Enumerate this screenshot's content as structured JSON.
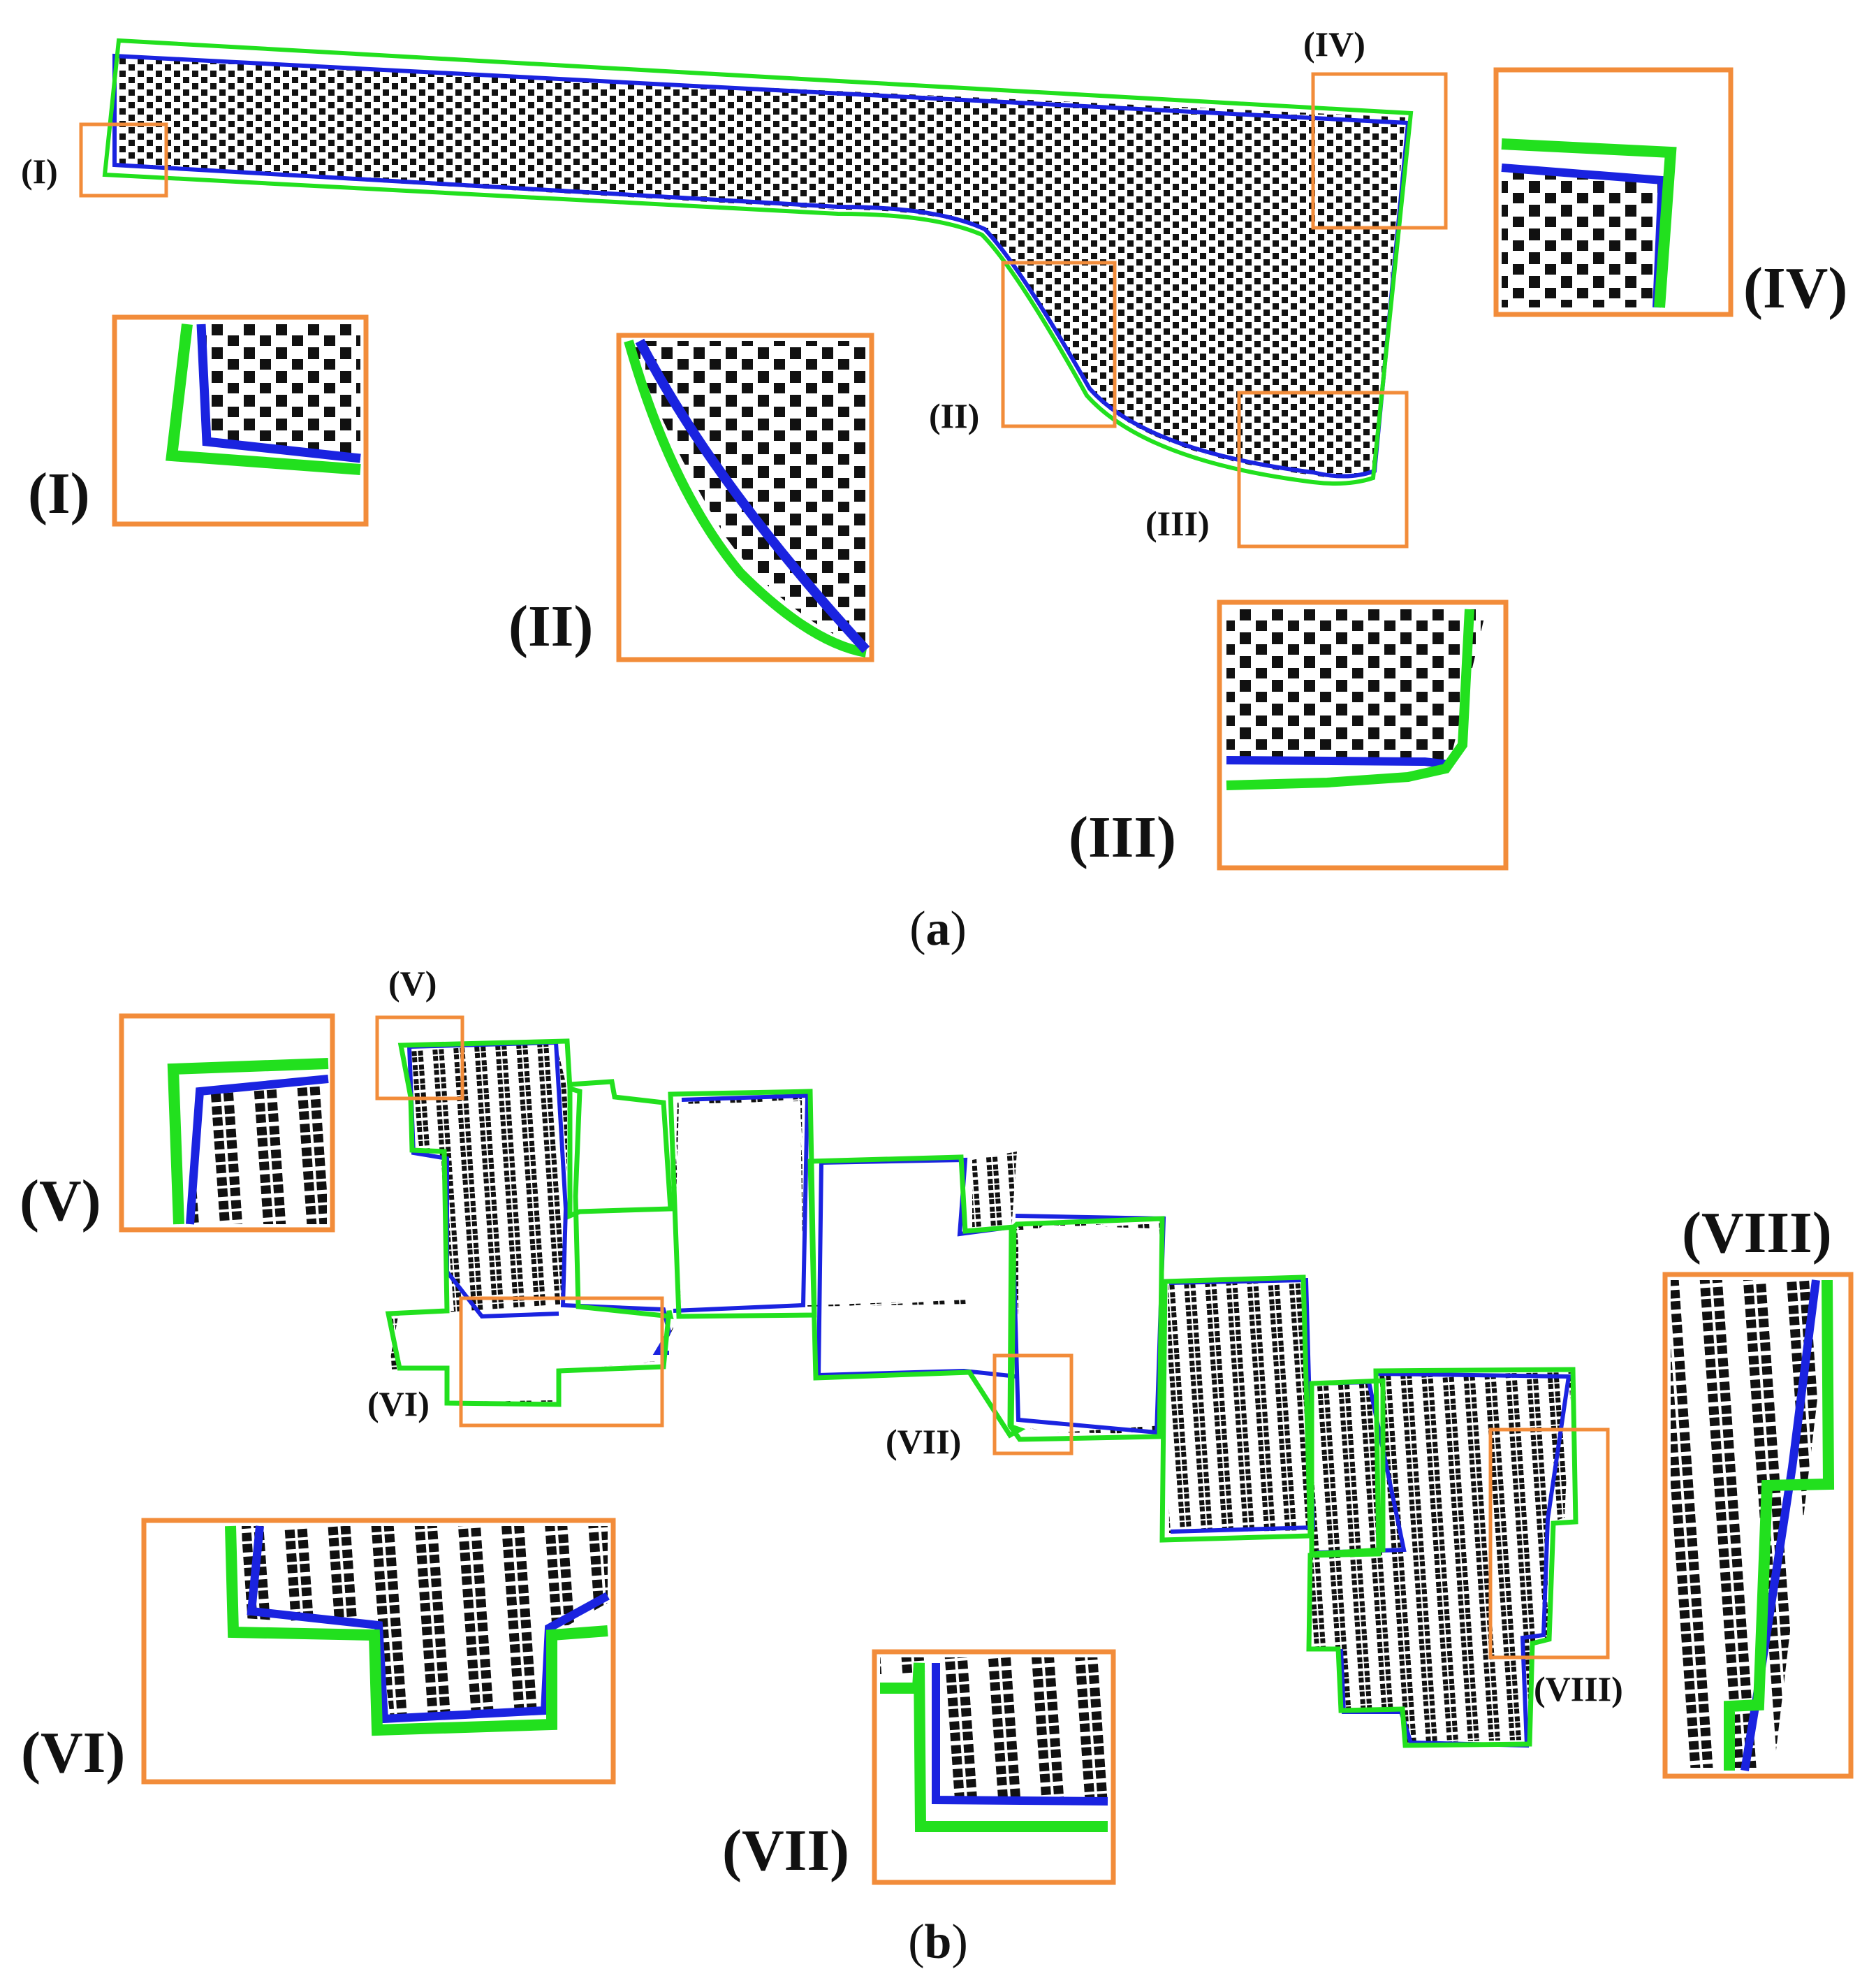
{
  "colors": {
    "callout": "#F28C3A",
    "green_outline": "#22E01E",
    "blue_outline": "#1A23E0",
    "dots": "#111111",
    "background": "#FFFFFF"
  },
  "panel_a": {
    "caption_open": "(",
    "caption_letter": "a",
    "caption_close": ")",
    "small_labels": [
      "(I)",
      "(II)",
      "(III)",
      "(IV)"
    ],
    "large_labels": [
      "(I)",
      "(II)",
      "(III)",
      "(IV)"
    ]
  },
  "panel_b": {
    "caption_open": "(",
    "caption_letter": "b",
    "caption_close": ")",
    "small_labels": [
      "(V)",
      "(VI)",
      "(VII)",
      "(VIII)"
    ],
    "large_labels": [
      "(V)",
      "(VI)",
      "(VII)",
      "(VIII)"
    ]
  }
}
